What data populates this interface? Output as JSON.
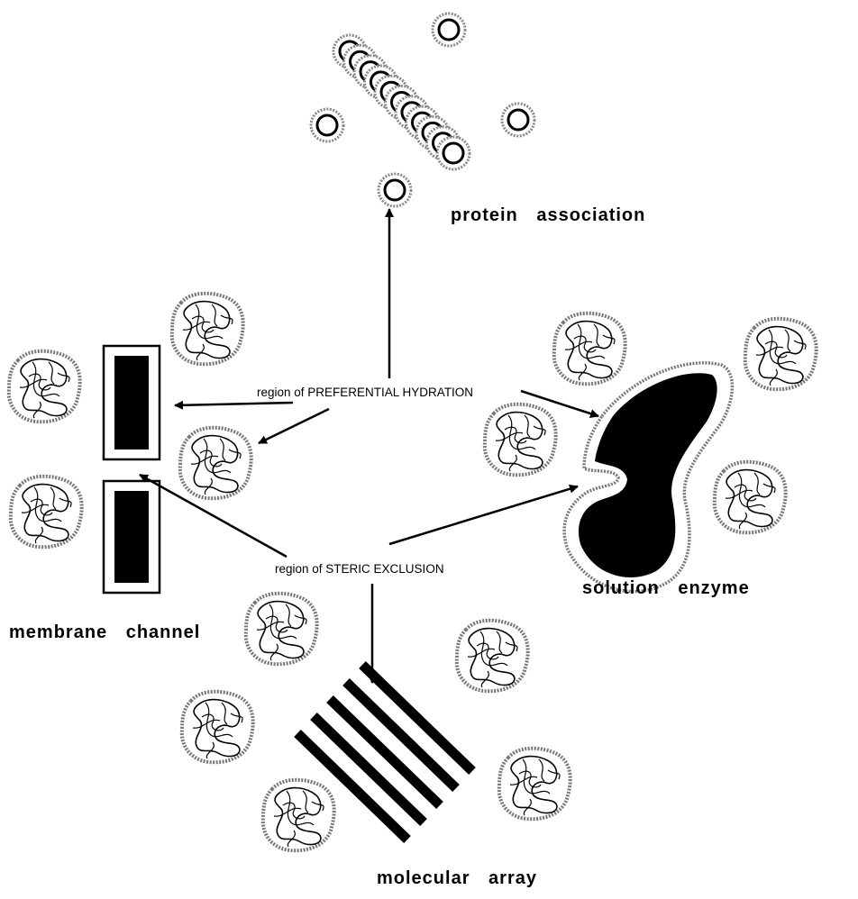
{
  "labels": {
    "protein_association": "protein  association",
    "solution_enzyme": "solution  enzyme",
    "membrane_channel": "membrane  channel",
    "molecular_array": "molecular  array"
  },
  "regions": {
    "preferential_hydration": "region of PREFERENTIAL HYDRATION",
    "steric_exclusion": "region of STERIC EXCLUSION"
  },
  "icons": {
    "small_protein": "small-protein-icon",
    "coil_protein": "coil-protein-icon",
    "enzyme_blob": "enzyme-blob-icon",
    "channel_slab": "channel-slab-icon",
    "array_bar": "array-bar-icon"
  }
}
